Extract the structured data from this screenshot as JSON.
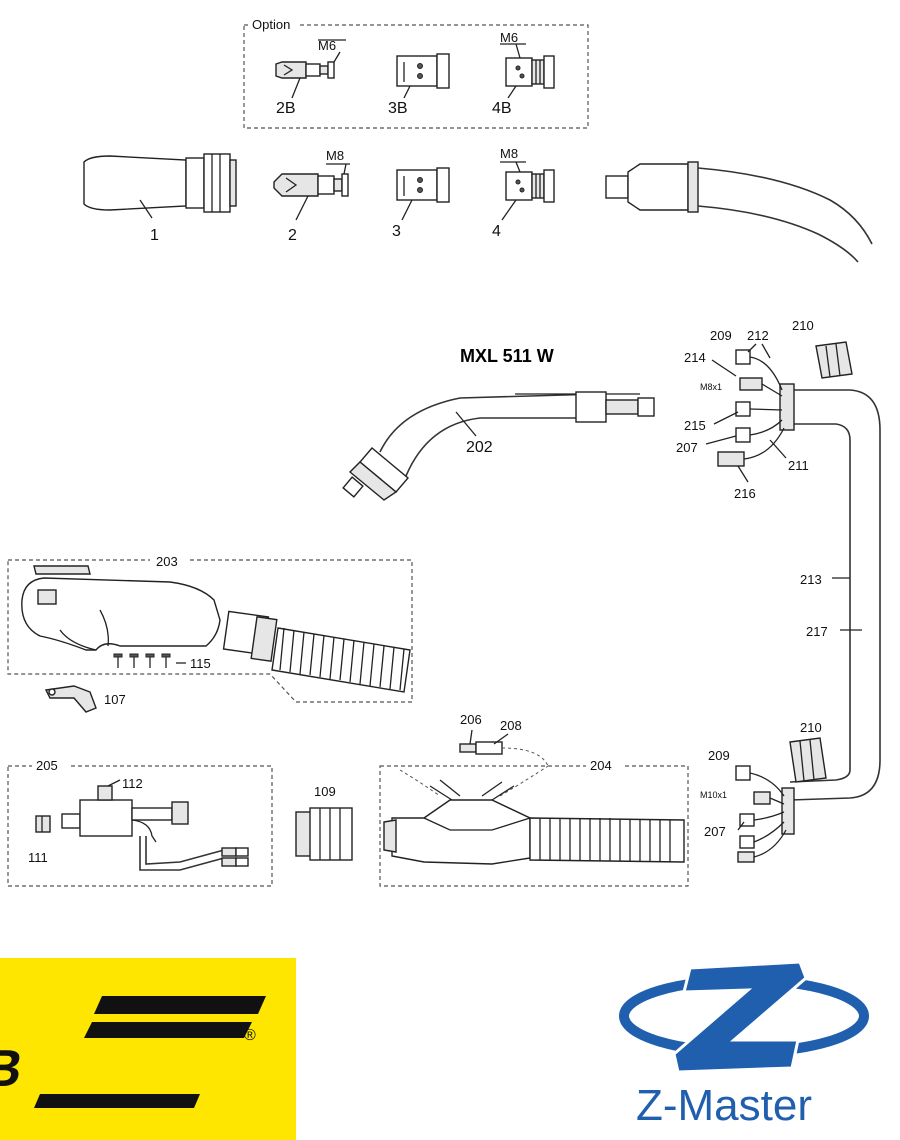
{
  "diagram": {
    "title": "MXL 511 W",
    "option_label": "Option",
    "parts": {
      "p1": "1",
      "p2": "2",
      "p3": "3",
      "p4": "4",
      "p2b": "2B",
      "p3b": "3B",
      "p4b": "4B",
      "m6a": "M6",
      "m6b": "M6",
      "m8a": "M8",
      "m8b": "M8",
      "p202": "202",
      "p203": "203",
      "p204": "204",
      "p205": "205",
      "p206": "206",
      "p207a": "207",
      "p207b": "207",
      "p208": "208",
      "p209a": "209",
      "p209b": "209",
      "p210a": "210",
      "p210b": "210",
      "p211": "211",
      "p212": "212",
      "p213": "213",
      "p214": "214",
      "p215": "215",
      "p216": "216",
      "p217": "217",
      "p107": "107",
      "p109": "109",
      "p111": "111",
      "p112": "112",
      "p115": "115",
      "m8x1": "M8x1",
      "m10x1": "M10x1"
    }
  },
  "logos": {
    "esab": {
      "text": "ESAB",
      "registered": "®",
      "bg_color": "#ffe600",
      "text_color": "#111111"
    },
    "zmaster": {
      "text": "Z-Master",
      "color": "#1f5fae"
    }
  }
}
